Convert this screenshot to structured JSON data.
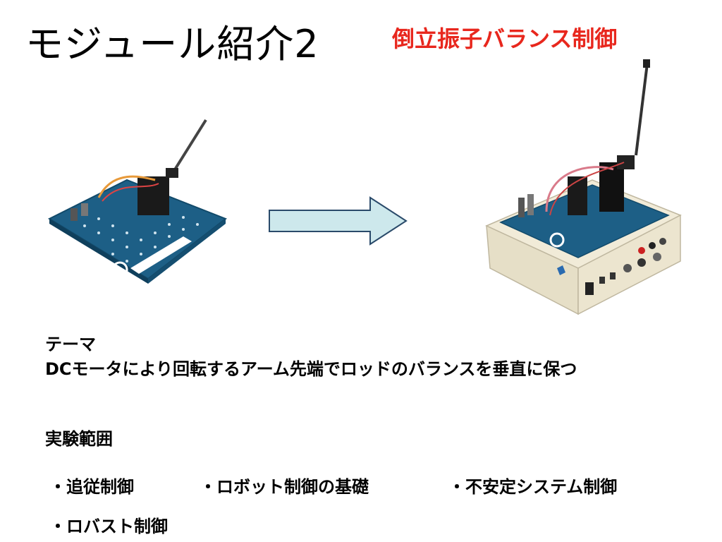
{
  "slide": {
    "title": "モジュール紹介2",
    "subtitle": "倒立振子バランス制御",
    "accent_color": "#e8271d",
    "theme_heading": "テーマ",
    "theme_text": "DCモータにより回転するアーム先端でロッドのバランスを垂直に保つ",
    "range_heading": "実験範囲",
    "bullets": [
      "・追従制御",
      "・ロボット制御の基礎",
      "・不安定システム制御",
      "・ロバスト制御"
    ]
  },
  "images": {
    "left": "inverted-pendulum-module-photo",
    "right": "inverted-pendulum-on-base-unit-photo",
    "arrow": "right-arrow-icon"
  }
}
